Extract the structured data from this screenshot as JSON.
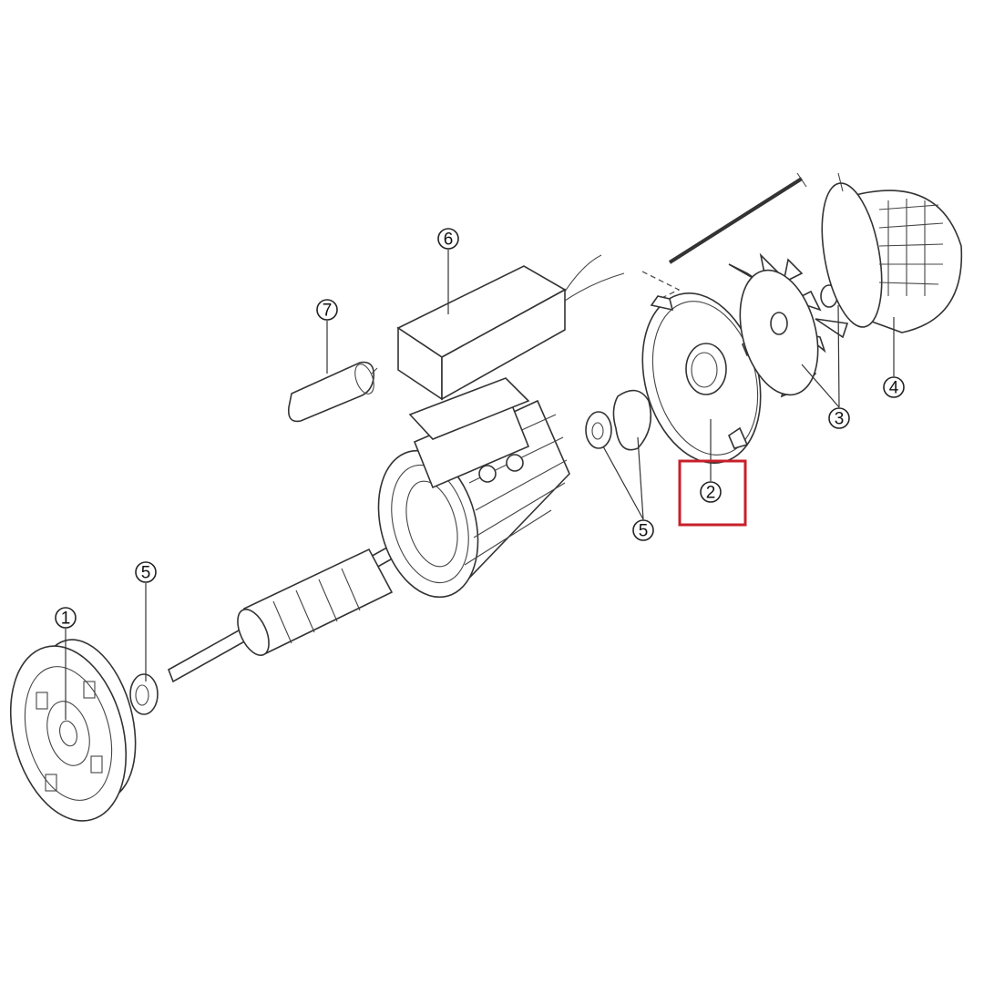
{
  "diagram": {
    "callouts": [
      {
        "id": "front-flange",
        "label": "1"
      },
      {
        "id": "rear-end-shield",
        "label": "2"
      },
      {
        "id": "fan",
        "label": "3"
      },
      {
        "id": "fan-cover",
        "label": "4"
      },
      {
        "id": "bearing-front",
        "label": "5"
      },
      {
        "id": "bearing-rear",
        "label": "5"
      },
      {
        "id": "terminal-box",
        "label": "6"
      },
      {
        "id": "capacitor",
        "label": "7"
      }
    ],
    "highlight": {
      "target": "2",
      "color": "#c8202a"
    }
  }
}
